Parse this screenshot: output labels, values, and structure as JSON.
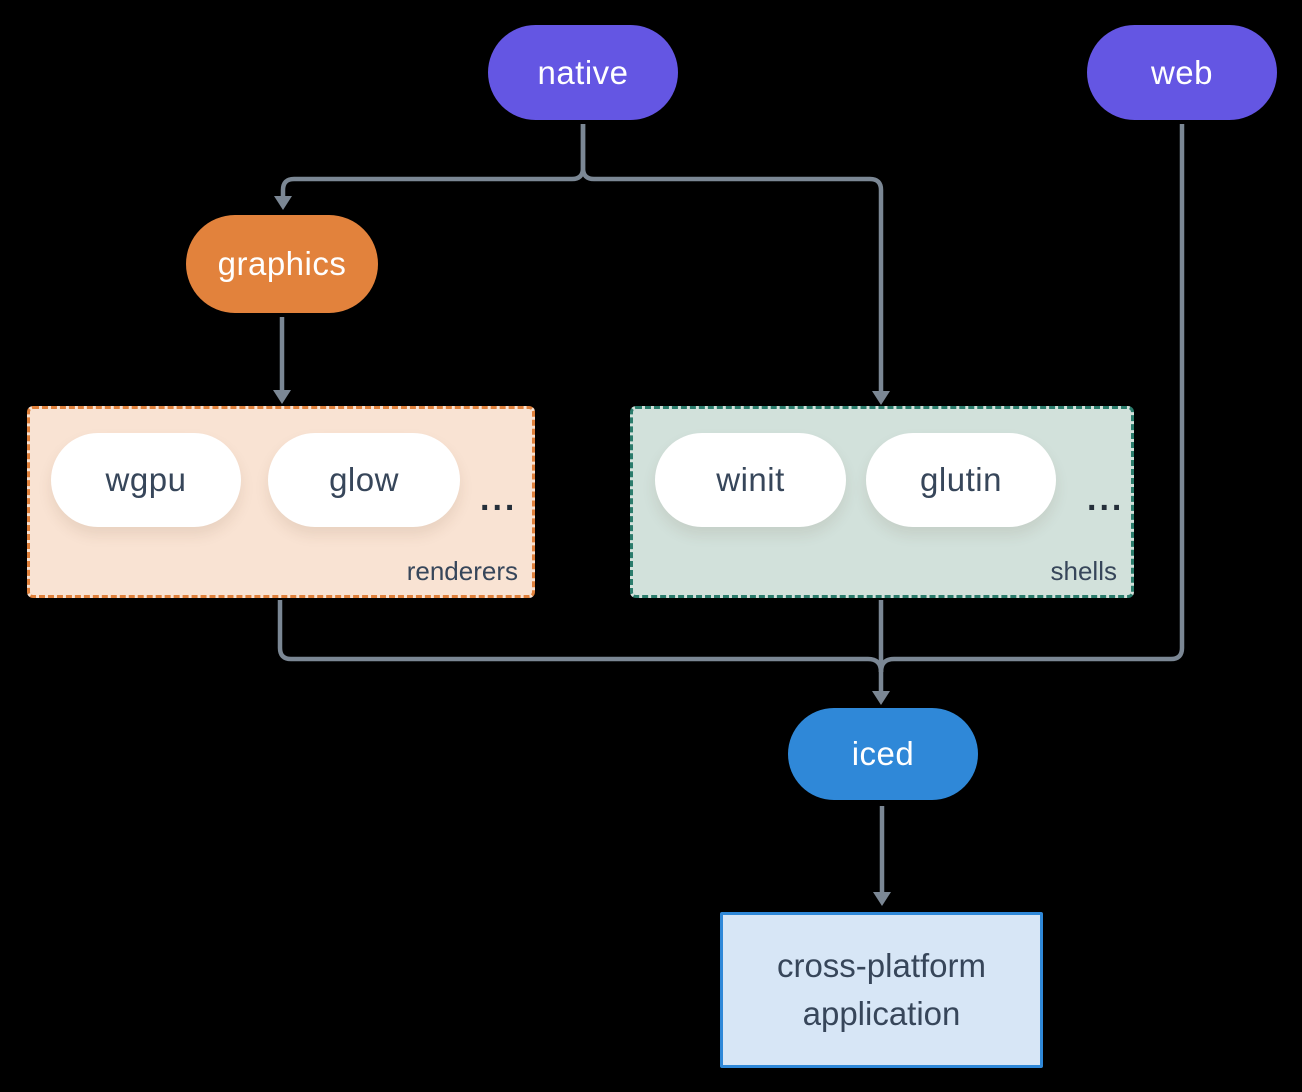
{
  "nodes": {
    "native": "native",
    "web": "web",
    "graphics": "graphics",
    "iced": "iced"
  },
  "renderers": {
    "label": "renderers",
    "items": [
      "wgpu",
      "glow"
    ],
    "more": "..."
  },
  "shells": {
    "label": "shells",
    "items": [
      "winit",
      "glutin"
    ],
    "more": "..."
  },
  "application": {
    "line1": "cross-platform",
    "line2": "application"
  },
  "colors": {
    "background": "#000000",
    "platform_pill": "#6456e3",
    "graphics_pill": "#e2823c",
    "iced_pill": "#2f88d8",
    "renderers_fill": "#f9e3d3",
    "renderers_border": "#e0813c",
    "shells_fill": "#d2e1db",
    "shells_border": "#2b7c6c",
    "app_fill": "#d7e6f6",
    "app_border": "#2f88d8",
    "node_text": "#ffffff",
    "dark_text": "#37465a",
    "connector": "#7b8794"
  }
}
